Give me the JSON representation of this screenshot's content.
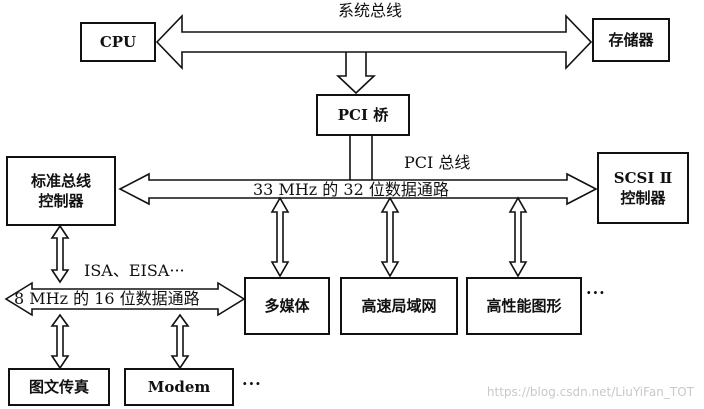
{
  "boxes": {
    "cpu": "CPU",
    "memory": "存储器",
    "pci_bridge": "PCI 桥",
    "std_bus_controller": "标准总线\n控制器",
    "scsi_controller": "SCSI Ⅱ\n控制器",
    "multimedia": "多媒体",
    "lan": "高速局域网",
    "graphics": "高性能图形",
    "fax": "图文传真",
    "modem": "Modem"
  },
  "labels": {
    "system_bus": "系统总线",
    "pci_bus": "PCI 总线",
    "pci_bus_spec": "33 MHz 的 32 位数据通路",
    "isa_eisa": "ISA、EISA···",
    "isa_bus_spec": "8 MHz 的 16 位数据通路",
    "ellipsis": "···"
  },
  "watermark": "https://blog.csdn.net/LiuYiFan_TOT",
  "colors": {
    "line": "#111111",
    "background": "#ffffff",
    "watermark": "#c9c9c9"
  }
}
